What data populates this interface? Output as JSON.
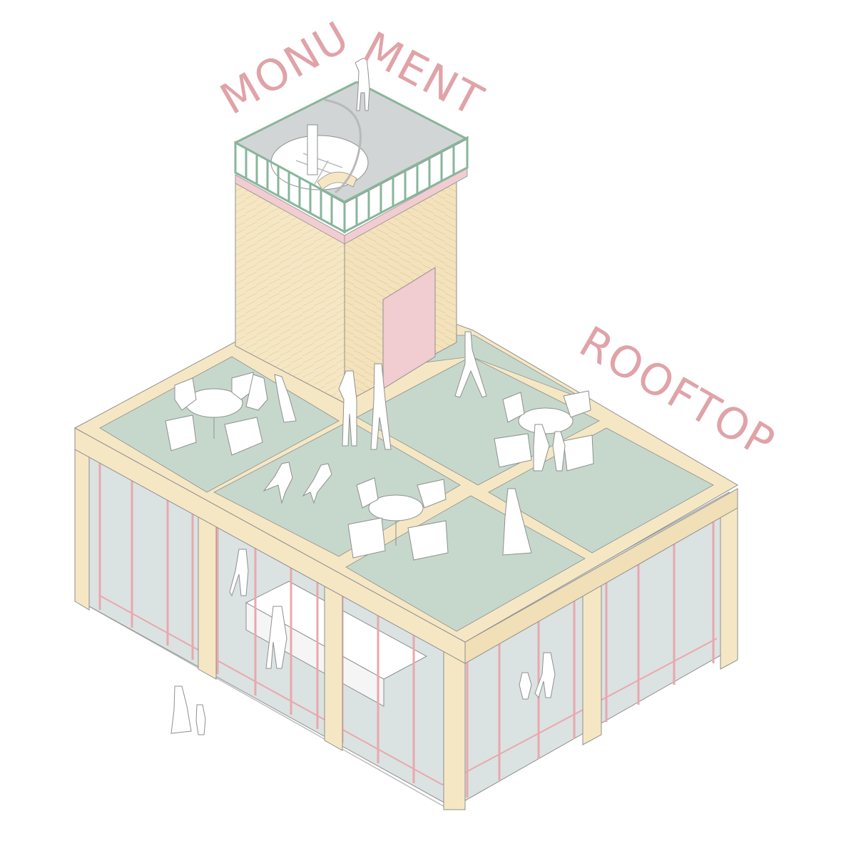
{
  "labels": {
    "monument_part1": "MONU",
    "monument_part2": "MENT",
    "rooftop": "ROOFTOP"
  },
  "colors": {
    "label": "#dfa3a8",
    "timber": "#f6e7c4",
    "timber_dark": "#ecd9ad",
    "glass": "#dbe2e2",
    "floor_green": "#c6d8cc",
    "frame_pink": "#e8a8ae",
    "door_pink": "#f1ccd0",
    "rail_green": "#88b59c",
    "platform": "#d2d5d6",
    "outline": "#8f8f8f",
    "figure": "#ffffff"
  }
}
